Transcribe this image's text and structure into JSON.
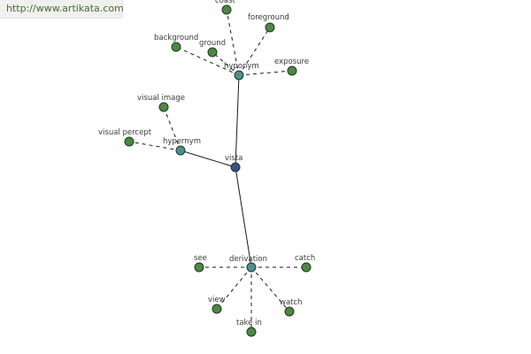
{
  "watermark": {
    "text": "http://www.artikata.com"
  },
  "colors": {
    "root": "#3d4f8a",
    "relation": "#4e8f92",
    "leaf": "#4d8745"
  },
  "graph": {
    "root": {
      "id": "vista",
      "label": "vista"
    },
    "relations": [
      {
        "id": "hyponym",
        "label": "hyponym",
        "terms": [
          "coast",
          "foreground",
          "background",
          "ground",
          "exposure"
        ]
      },
      {
        "id": "hypernym",
        "label": "hypernym",
        "terms": [
          "visual image",
          "visual percept"
        ]
      },
      {
        "id": "derivation",
        "label": "derivation",
        "terms": [
          "see",
          "catch",
          "view",
          "watch",
          "take in"
        ]
      }
    ]
  }
}
